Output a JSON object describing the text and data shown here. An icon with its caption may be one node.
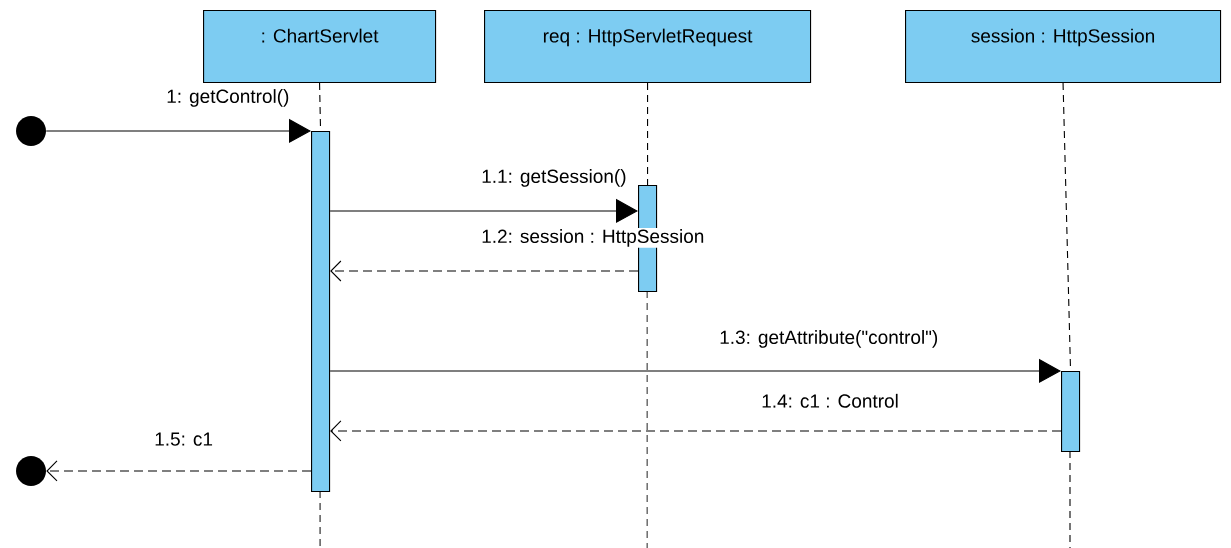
{
  "diagram": {
    "nodes": [
      {
        "text": [
          ": ChartServlet"
        ]
      },
      {
        "text": [
          "req : HttpServletRequest"
        ]
      },
      {
        "text": [
          "session : HttpSession"
        ]
      },
      {
        "text": [],
        "shape": "circle"
      },
      {
        "text": [],
        "shape": "bar"
      },
      {
        "text": [],
        "shape": "bar"
      },
      {
        "text": [],
        "shape": "bar"
      },
      {
        "text": [],
        "shape": "circle"
      }
    ],
    "edges": [
      {
        "from": 0,
        "to": 4,
        "arrow": "none",
        "style": "dashed"
      },
      {
        "from": 1,
        "to": 5,
        "arrow": "none",
        "style": "dashed"
      },
      {
        "from": 2,
        "to": 6,
        "arrow": "none",
        "style": "dashed"
      },
      {
        "from": 3,
        "to": 4,
        "arrow": "to",
        "label": "1: getControl()"
      },
      {
        "from": 4,
        "to": 5,
        "arrow": "to",
        "label": "1.1: getSession()"
      },
      {
        "from": 5,
        "to": 4,
        "arrow": "to",
        "style": "dashed",
        "label": "1.2: session : HttpSession"
      },
      {
        "from": 4,
        "to": 6,
        "arrow": "to",
        "label": "1.3: getAttribute(\"control\")"
      },
      {
        "from": 6,
        "to": 4,
        "arrow": "to",
        "style": "dashed",
        "label": "1.4: c1 : Control"
      },
      {
        "from": 4,
        "to": 7,
        "arrow": "to",
        "style": "dashed",
        "label": "1.5: c1"
      }
    ]
  }
}
